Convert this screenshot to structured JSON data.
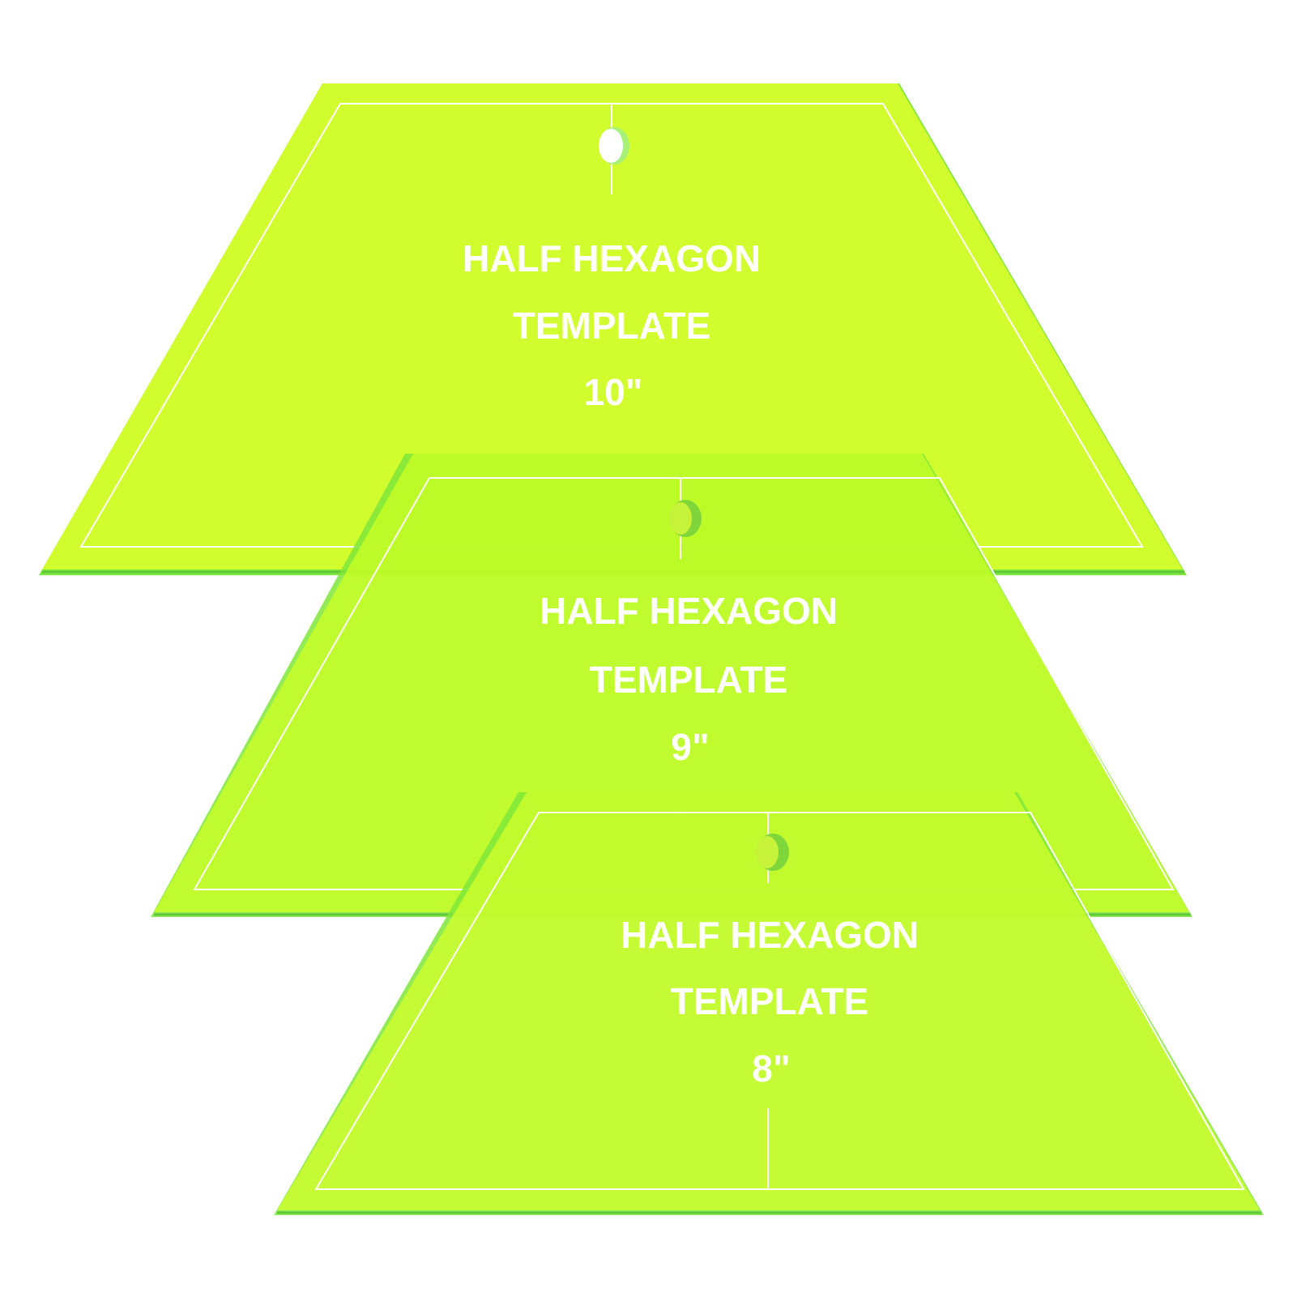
{
  "colors": {
    "background": "#ffffff",
    "acrylic_fill": "#d8ff2e",
    "acrylic_edge": "#7fe63a",
    "acrylic_shadow": "#5cc83a",
    "guide_line": "#ffffff",
    "label_text": "#ffffff"
  },
  "templates": [
    {
      "id": "10in",
      "line1": "HALF HEXAGON",
      "line2": "TEMPLATE",
      "size": "10\""
    },
    {
      "id": "9in",
      "line1": "HALF HEXAGON",
      "line2": "TEMPLATE",
      "size": "9\""
    },
    {
      "id": "8in",
      "line1": "HALF HEXAGON",
      "line2": "TEMPLATE",
      "size": "8\""
    }
  ]
}
